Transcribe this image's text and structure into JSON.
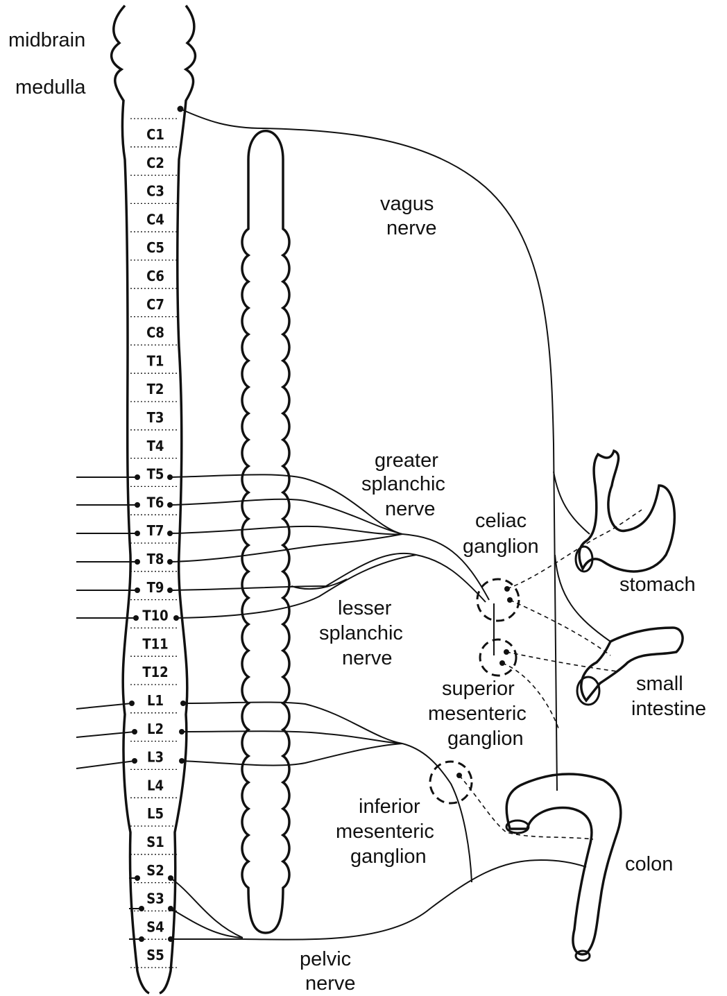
{
  "labels": {
    "midbrain": "midbrain",
    "medulla": "medulla",
    "vagus_1": "vagus",
    "vagus_2": "nerve",
    "greater_1": "greater",
    "greater_2": "splanchic",
    "greater_3": "nerve",
    "celiac_1": "celiac",
    "celiac_2": "ganglion",
    "stomach": "stomach",
    "lesser_1": "lesser",
    "lesser_2": "splanchic",
    "lesser_3": "nerve",
    "superior_1": "superior",
    "superior_2": "mesenteric",
    "superior_3": "ganglion",
    "small_1": "small",
    "small_2": "intestine",
    "inferior_1": "inferior",
    "inferior_2": "mesenteric",
    "inferior_3": "ganglion",
    "colon": "colon",
    "pelvic_1": "pelvic",
    "pelvic_2": "nerve"
  },
  "segments": [
    "C1",
    "C2",
    "C3",
    "C4",
    "C5",
    "C6",
    "C7",
    "C8",
    "T1",
    "T2",
    "T3",
    "T4",
    "T5",
    "T6",
    "T7",
    "T8",
    "T9",
    "T10",
    "T11",
    "T12",
    "L1",
    "L2",
    "L3",
    "L4",
    "L5",
    "S1",
    "S2",
    "S3",
    "S4",
    "S5"
  ]
}
